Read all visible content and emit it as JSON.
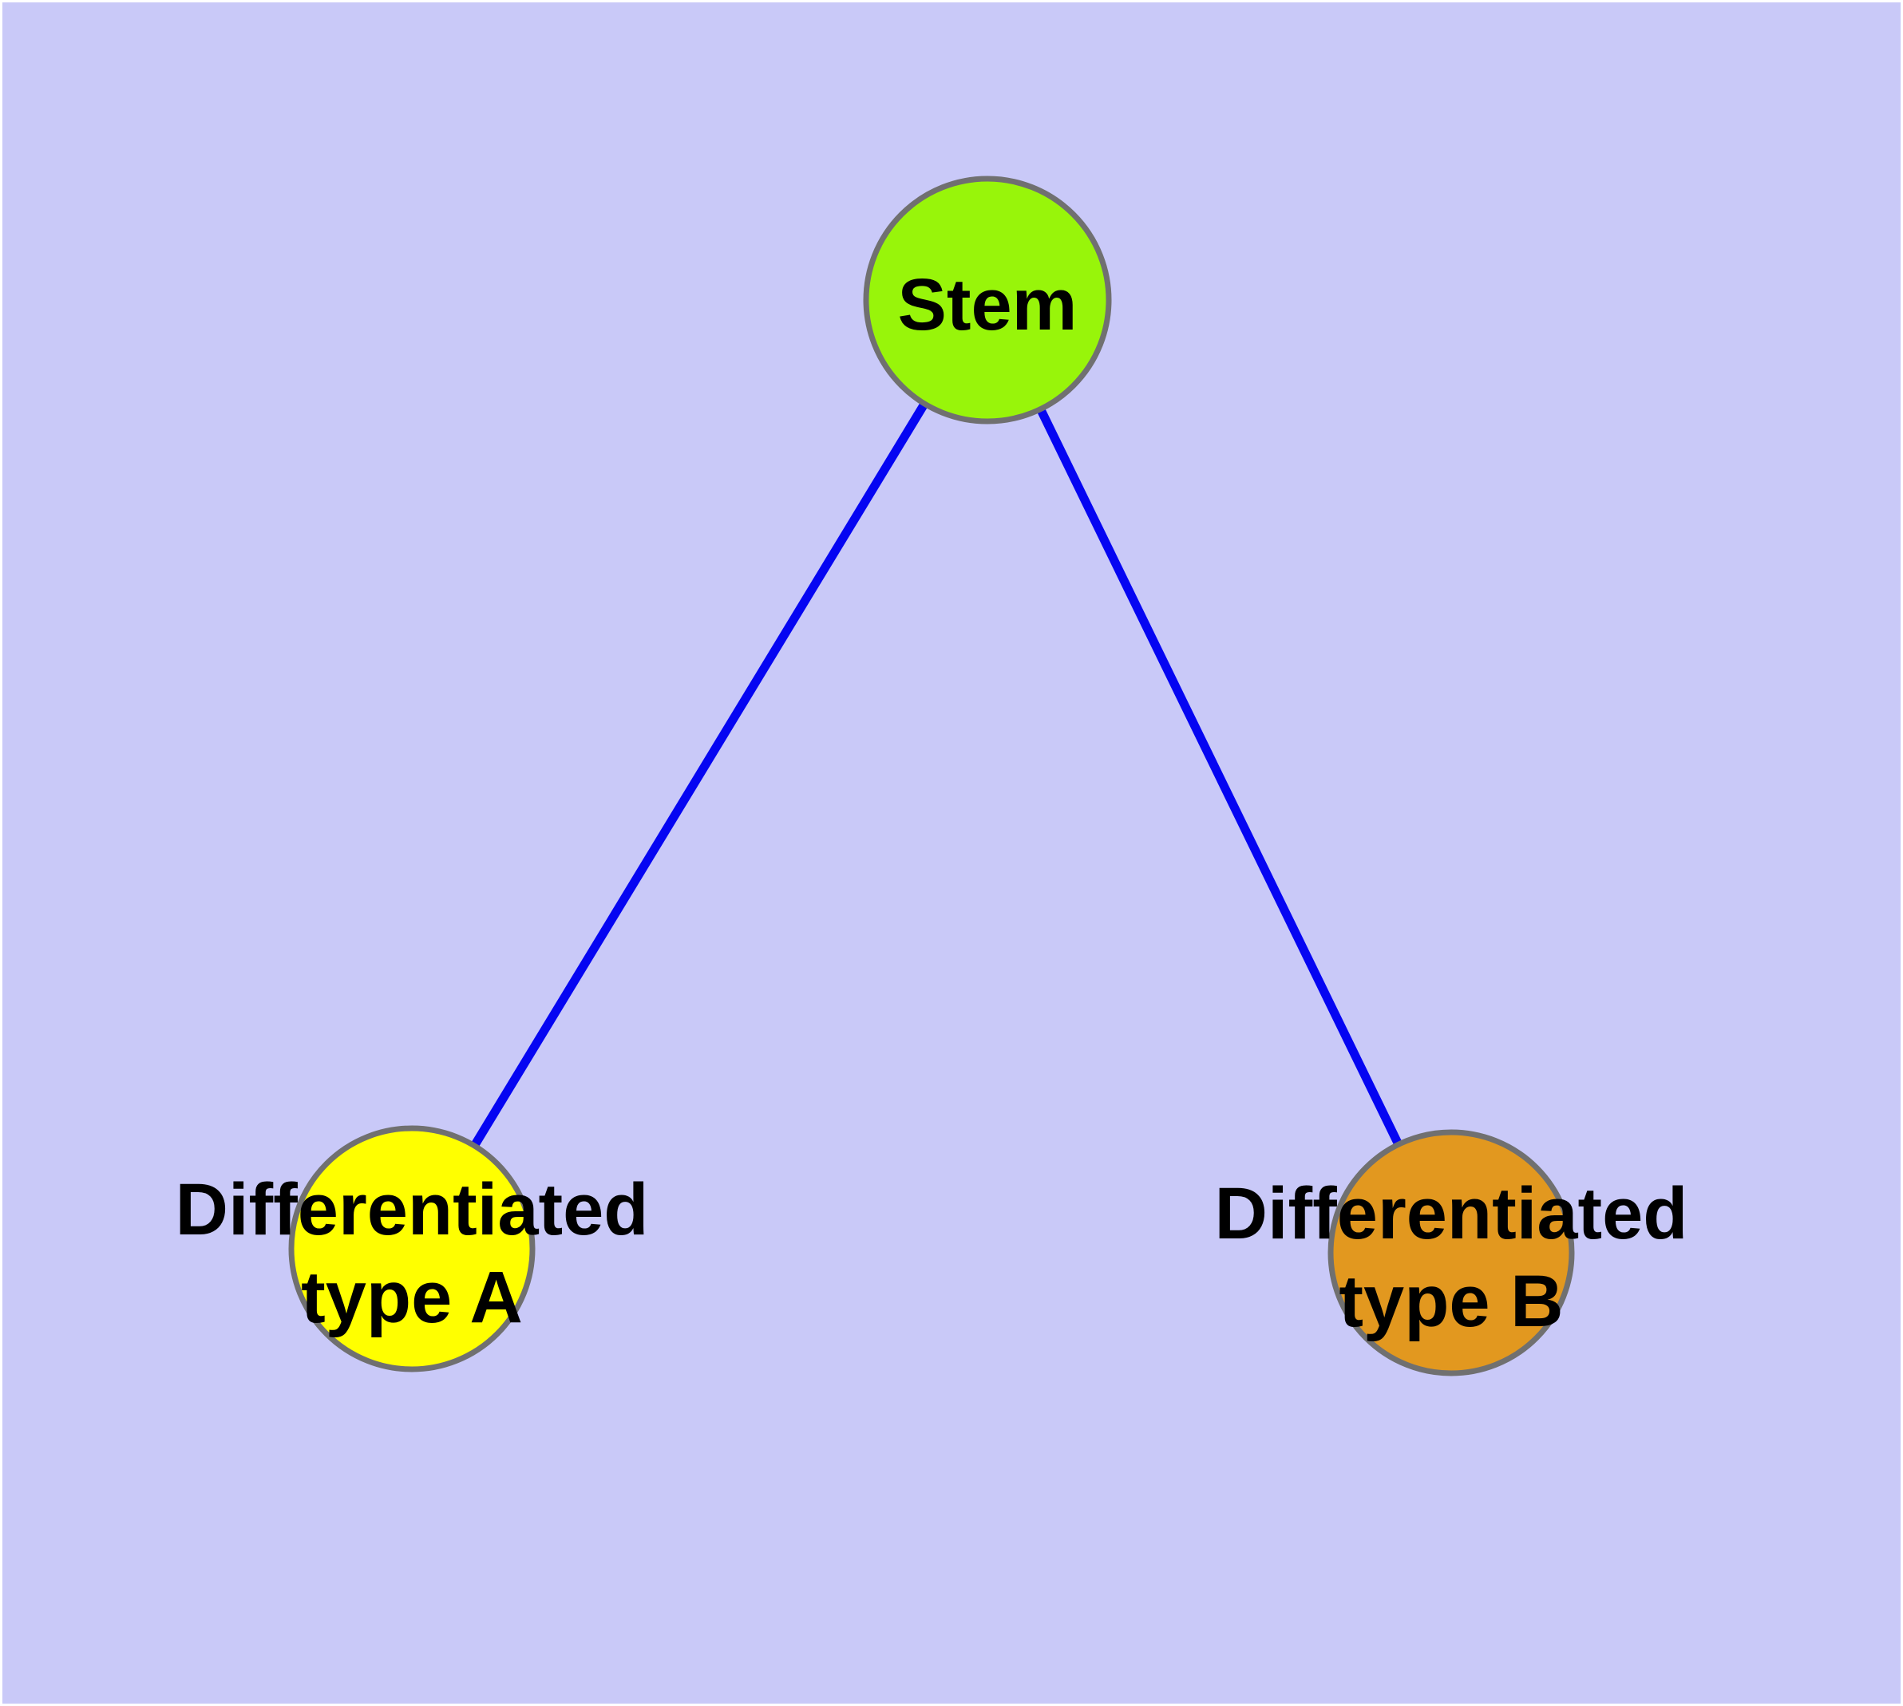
{
  "diagram": {
    "background_color": "#C9C9F8",
    "frame_color": "#FFFFFF",
    "edge_color": "#0505F2",
    "node_border_color": "#707070",
    "label_color": "#000000",
    "nodes": [
      {
        "id": "stem",
        "label": "Stem",
        "label_lines": [
          "Stem"
        ],
        "fill": "#98F50A"
      },
      {
        "id": "differentiated-type-a",
        "label": "Differentiated type A",
        "label_lines": [
          "Differentiated",
          "type A"
        ],
        "fill": "#FFFF00"
      },
      {
        "id": "differentiated-type-b",
        "label": "Differentiated type B",
        "label_lines": [
          "Differentiated",
          "type B"
        ],
        "fill": "#E2981F"
      }
    ],
    "edges": [
      {
        "from": "Stem",
        "to": "Differentiated type A"
      },
      {
        "from": "Stem",
        "to": "Differentiated type B"
      }
    ]
  }
}
